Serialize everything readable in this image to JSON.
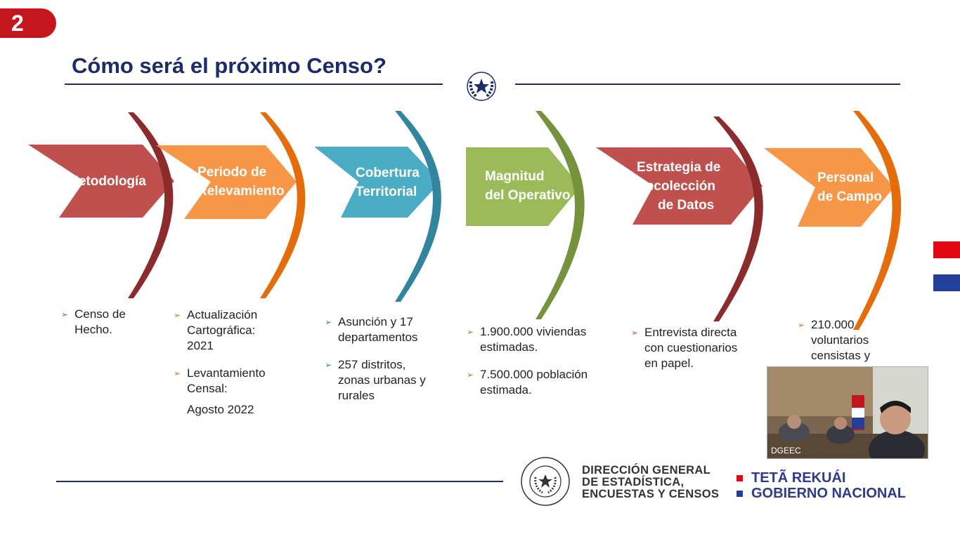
{
  "slide_number": "2",
  "title": "Cómo será el próximo Censo?",
  "colors": {
    "navy": "#1b2b6b",
    "red_chevron": "#c0504d",
    "orange_chevron": "#f79646",
    "blue_chevron": "#4bacc6",
    "green_chevron": "#9bbb59"
  },
  "chevrons": [
    {
      "line1": "Metodología",
      "line2": "",
      "line3": ""
    },
    {
      "line1": "Periodo de",
      "line2": "Relevamiento",
      "line3": ""
    },
    {
      "line1": "Cobertura",
      "line2": "Territorial",
      "line3": ""
    },
    {
      "line1": "Magnitud",
      "line2": "del Operativo",
      "line3": ""
    },
    {
      "line1": "Estrategia de",
      "line2": "Recolección",
      "line3": "de Datos"
    },
    {
      "line1": "Personal",
      "line2": "de Campo",
      "line3": ""
    }
  ],
  "columns": [
    {
      "items": [
        {
          "l1": "Censo de",
          "l2": "Hecho.",
          "l3": ""
        }
      ]
    },
    {
      "items": [
        {
          "l1": "Actualización",
          "l2": "Cartográfica:",
          "l3": "2021"
        },
        {
          "l1": "Levantamiento",
          "l2": "Censal:",
          "l3": "Agosto 2022"
        }
      ]
    },
    {
      "items": [
        {
          "l1": "Asunción y 17",
          "l2": "departamentos",
          "l3": ""
        },
        {
          "l1": "257 distritos,",
          "l2": "zonas urbanas y",
          "l3": "rurales"
        }
      ]
    },
    {
      "items": [
        {
          "l1": "1.900.000 viviendas",
          "l2": "estimadas.",
          "l3": ""
        },
        {
          "l1": "7.500.000 población",
          "l2": "estimada.",
          "l3": ""
        }
      ]
    },
    {
      "items": [
        {
          "l1": "Entrevista directa",
          "l2": "con cuestionarios",
          "l3": "en papel."
        }
      ]
    },
    {
      "items": [
        {
          "l1": "210.000",
          "l2": "voluntarios",
          "l3": "censistas y"
        }
      ]
    }
  ],
  "video": {
    "label": "DGEEC"
  },
  "footer": {
    "agency_line1": "DIRECCIÓN GENERAL",
    "agency_line2": "DE ESTADÍSTICA,",
    "agency_line3": "ENCUESTAS Y CENSOS",
    "gov_line1": "TETÃ REKUÁI",
    "gov_line2": "GOBIERNO NACIONAL",
    "seal_text": "REPUBLICA DEL PARAGUAY"
  }
}
